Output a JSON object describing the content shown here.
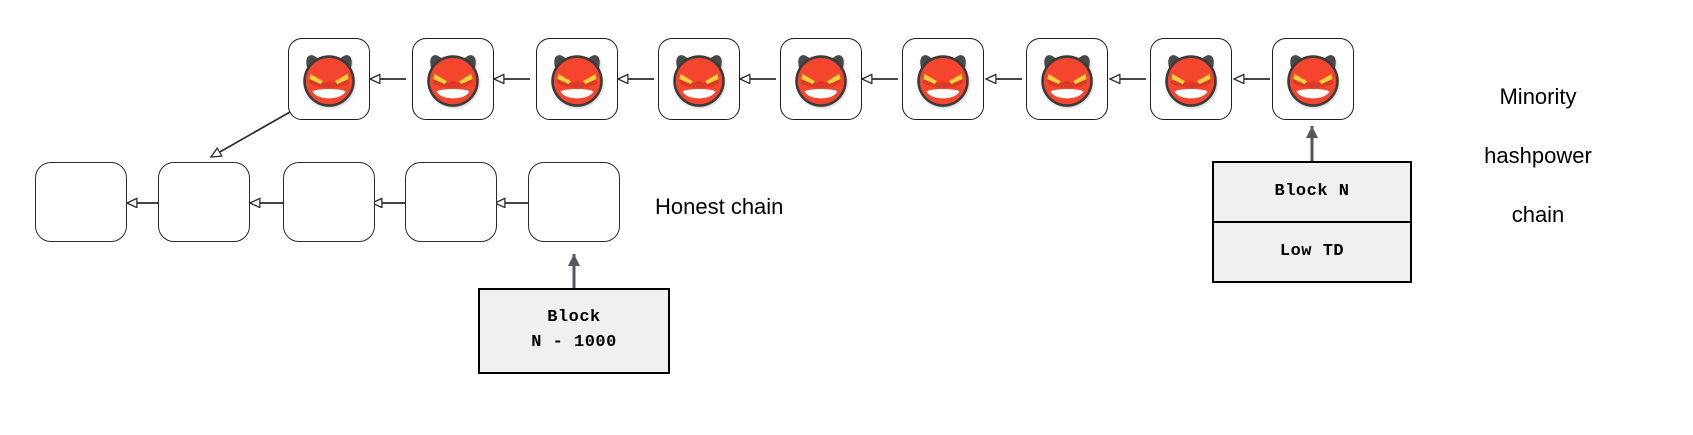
{
  "diagram": {
    "title": "Minority hashpower chain vs honest chain reorg diagram",
    "background_color": "#ffffff",
    "line_color": "#2b2b2b",
    "callout_fill": "#f0f0f0",
    "callout_border": "#000000",
    "emoji_face_color": "#f4442e",
    "emoji_horn_color": "#4a4a4a",
    "emoji_eye_color": "#f7cf3e"
  },
  "labels": {
    "honest_chain": "Honest chain",
    "minority_chain_line1": "Minority",
    "minority_chain_line2": "hashpower",
    "minority_chain_line3": "chain"
  },
  "attacker_chain": {
    "name": "minority-hashpower-chain",
    "icon": "smiling-devil-emoji",
    "block_count": 9,
    "blocks": [
      {
        "index": 0,
        "icon": "smiling-devil-emoji"
      },
      {
        "index": 1,
        "icon": "smiling-devil-emoji"
      },
      {
        "index": 2,
        "icon": "smiling-devil-emoji"
      },
      {
        "index": 3,
        "icon": "smiling-devil-emoji"
      },
      {
        "index": 4,
        "icon": "smiling-devil-emoji"
      },
      {
        "index": 5,
        "icon": "smiling-devil-emoji"
      },
      {
        "index": 6,
        "icon": "smiling-devil-emoji"
      },
      {
        "index": 7,
        "icon": "smiling-devil-emoji"
      },
      {
        "index": 8,
        "icon": "smiling-devil-emoji"
      }
    ]
  },
  "honest_chain": {
    "name": "honest-chain",
    "block_count": 5,
    "blocks": [
      {
        "index": 0,
        "label": ""
      },
      {
        "index": 1,
        "label": ""
      },
      {
        "index": 2,
        "label": ""
      },
      {
        "index": 3,
        "label": ""
      },
      {
        "index": 4,
        "label": ""
      }
    ]
  },
  "callouts": {
    "honest_tip": {
      "name": "honest-tip-callout",
      "rows": [
        "Block\nN - 1000"
      ]
    },
    "attacker_tip": {
      "name": "attacker-tip-callout",
      "rows": [
        "Block N",
        "Low TD"
      ]
    }
  }
}
